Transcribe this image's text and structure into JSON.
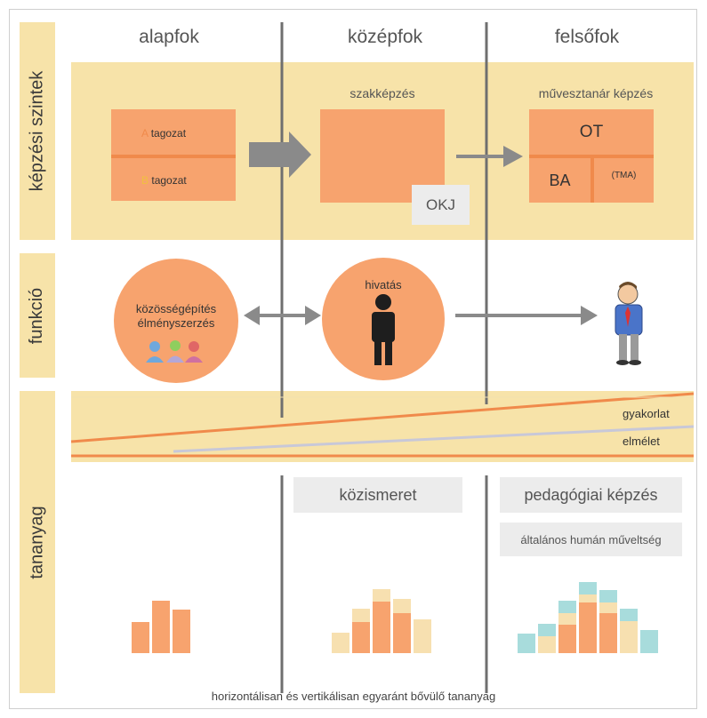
{
  "columns": [
    "alapfok",
    "középfok",
    "felsőfok"
  ],
  "rows": {
    "levels": "képzési szintek",
    "function": "funkció",
    "curriculum": "tananyag"
  },
  "levels": {
    "basic": {
      "a_letter": "A",
      "a_label": "tagozat",
      "b_letter": "B",
      "b_label": "tagozat"
    },
    "middle": {
      "title": "szakképzés",
      "badge": "OKJ"
    },
    "higher": {
      "title": "művesztanár képzés",
      "ot": "OT",
      "ba": "BA",
      "tma": "(TMA)"
    }
  },
  "function": {
    "basic_text_1": "közösségépítés",
    "basic_text_2": "élményszerzés",
    "middle_text": "hivatás"
  },
  "curriculum": {
    "line_labels": {
      "practice": "gyakorlat",
      "theory": "elmélet"
    },
    "middle_box": "közismeret",
    "higher_box_1": "pedagógiai képzés",
    "higher_box_2": "általános humán műveltség"
  },
  "footer": "horizontálisan és vertikálisan egyaránt bővülő tananyag",
  "colors": {
    "band": "#f7e3a9",
    "orange": "#f7a36e",
    "orange_dark": "#f08a4b",
    "grey_arrow": "#8a8a8a",
    "theory_line": "#c8c8d8",
    "teal": "#a8dcdc",
    "cream": "#f7e0b0",
    "divider": "#6f6f6f"
  },
  "icons": [
    "arrow-right-icon",
    "double-arrow-icon",
    "person-icon",
    "people-group-icon",
    "businessman-icon"
  ]
}
